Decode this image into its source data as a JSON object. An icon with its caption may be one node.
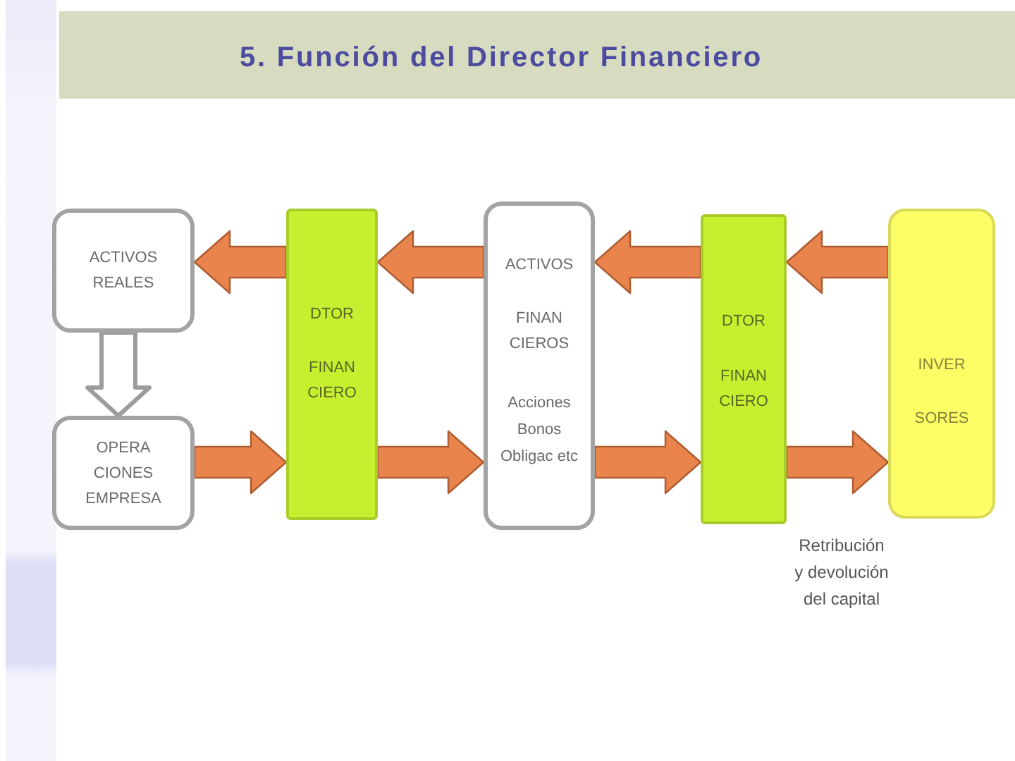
{
  "diagram": {
    "title": "5. Función del Director Financiero",
    "nodes": [
      {
        "text": [
          "ACTIVOS REALES"
        ]
      },
      {
        "text": [
          "OPERA CIONES EMPRESA"
        ]
      },
      {
        "text": [
          "DTOR",
          "FINAN CIERO"
        ]
      },
      {
        "text": [
          "ACTIVOS",
          "FINAN CIEROS",
          "Acciones Bonos Obligac etc"
        ]
      },
      {
        "text": [
          "DTOR",
          "FINAN CIERO"
        ]
      },
      {
        "text": [
          "INVER SORES"
        ]
      }
    ],
    "edges": [
      {
        "from": 2,
        "to": 0,
        "arrow": "to"
      },
      {
        "from": 3,
        "to": 2,
        "arrow": "to"
      },
      {
        "from": 4,
        "to": 3,
        "arrow": "to"
      },
      {
        "from": 5,
        "to": 4,
        "arrow": "to"
      },
      {
        "from": 0,
        "to": 1,
        "arrow": "to",
        "color": "#ffffff"
      },
      {
        "from": 1,
        "to": 2,
        "arrow": "to"
      },
      {
        "from": 2,
        "to": 3,
        "arrow": "to"
      },
      {
        "from": 3,
        "to": 4,
        "arrow": "to"
      },
      {
        "from": 4,
        "to": 5,
        "arrow": "to"
      }
    ],
    "labels": [
      "Retribución y devolución del capital"
    ]
  }
}
